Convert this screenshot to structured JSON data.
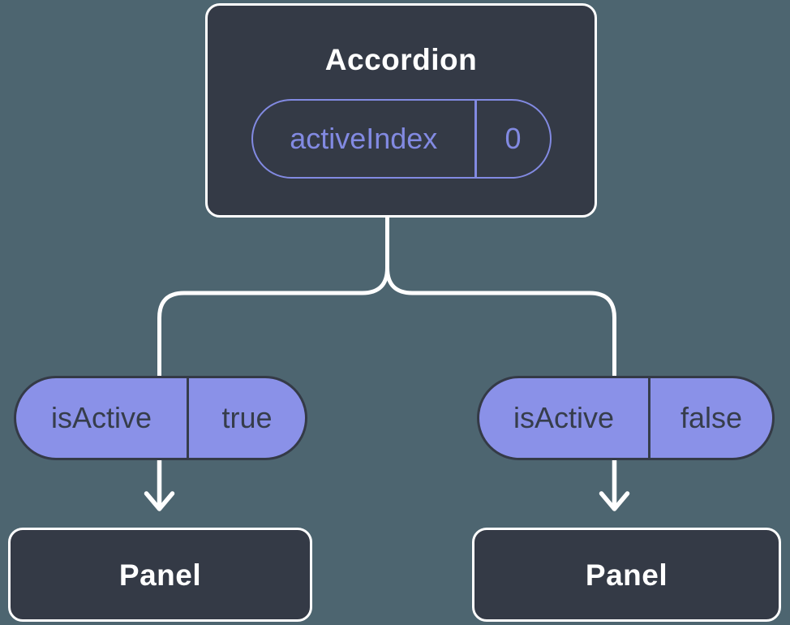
{
  "diagram": {
    "root": {
      "title": "Accordion",
      "state": {
        "name": "activeIndex",
        "value": "0"
      }
    },
    "children": [
      {
        "prop": {
          "name": "isActive",
          "value": "true"
        },
        "node": {
          "title": "Panel"
        }
      },
      {
        "prop": {
          "name": "isActive",
          "value": "false"
        },
        "node": {
          "title": "Panel"
        }
      }
    ],
    "colors": {
      "background": "#4d6570",
      "node_fill": "#343a46",
      "node_border": "#ffffff",
      "pill_fill": "#8a91e8",
      "pill_border": "#363d4b",
      "state_outline": "#828ae2",
      "connector": "#ffffff"
    }
  }
}
